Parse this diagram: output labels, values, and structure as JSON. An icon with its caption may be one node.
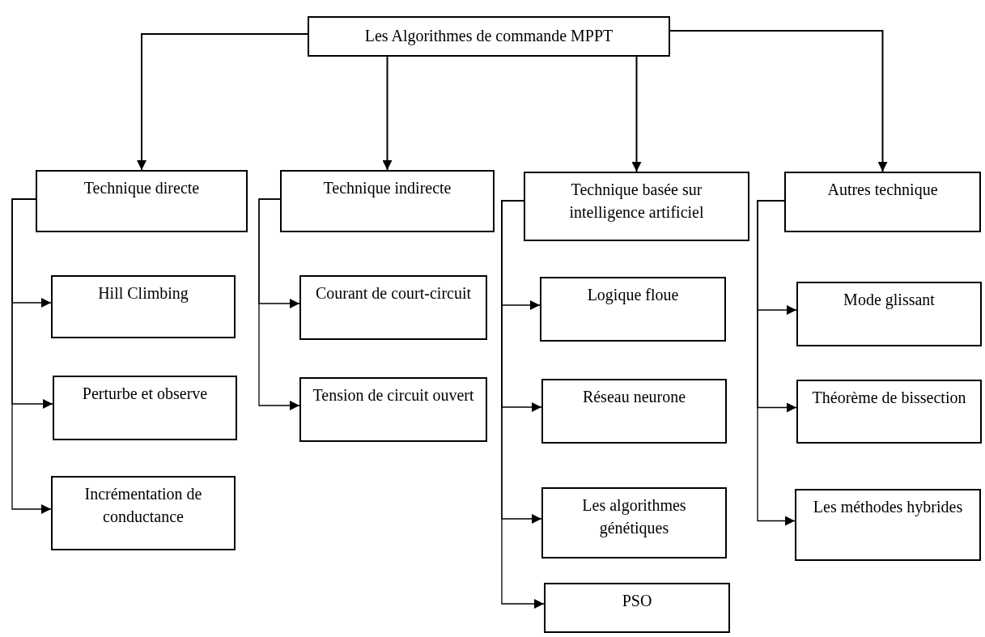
{
  "diagram": {
    "nodes": [
      {
        "text": [
          "Les Algorithmes de commande MPPT"
        ]
      },
      {
        "text": [
          "Technique directe"
        ]
      },
      {
        "text": [
          "Technique indirecte"
        ]
      },
      {
        "text": [
          "Technique basée sur intelligence artificiel"
        ]
      },
      {
        "text": [
          "Autres technique"
        ]
      },
      {
        "text": [
          "Hill Climbing"
        ]
      },
      {
        "text": [
          "Perturbe et observe"
        ]
      },
      {
        "text": [
          "Incrémentation de conductance"
        ]
      },
      {
        "text": [
          "Courant de court-circuit"
        ]
      },
      {
        "text": [
          "Tension de circuit ouvert"
        ]
      },
      {
        "text": [
          "Logique floue"
        ]
      },
      {
        "text": [
          "Réseau neurone"
        ]
      },
      {
        "text": [
          "Les algorithmes génétiques"
        ]
      },
      {
        "text": [
          "PSO"
        ]
      },
      {
        "text": [
          "Mode glissant"
        ]
      },
      {
        "text": [
          "Théorème de bissection"
        ]
      },
      {
        "text": [
          "Les méthodes hybrides"
        ]
      }
    ],
    "edges": [
      {
        "from": 0,
        "to": 1,
        "arrow": "to"
      },
      {
        "from": 0,
        "to": 2,
        "arrow": "to"
      },
      {
        "from": 0,
        "to": 3,
        "arrow": "to"
      },
      {
        "from": 0,
        "to": 4,
        "arrow": "to"
      },
      {
        "from": 1,
        "to": 5,
        "arrow": "to"
      },
      {
        "from": 1,
        "to": 6,
        "arrow": "to"
      },
      {
        "from": 1,
        "to": 7,
        "arrow": "to"
      },
      {
        "from": 2,
        "to": 8,
        "arrow": "to"
      },
      {
        "from": 2,
        "to": 9,
        "arrow": "to"
      },
      {
        "from": 3,
        "to": 10,
        "arrow": "to"
      },
      {
        "from": 3,
        "to": 11,
        "arrow": "to"
      },
      {
        "from": 3,
        "to": 12,
        "arrow": "to"
      },
      {
        "from": 3,
        "to": 13,
        "arrow": "to"
      },
      {
        "from": 4,
        "to": 14,
        "arrow": "to"
      },
      {
        "from": 4,
        "to": 15,
        "arrow": "to"
      },
      {
        "from": 4,
        "to": 16,
        "arrow": "to"
      }
    ]
  }
}
